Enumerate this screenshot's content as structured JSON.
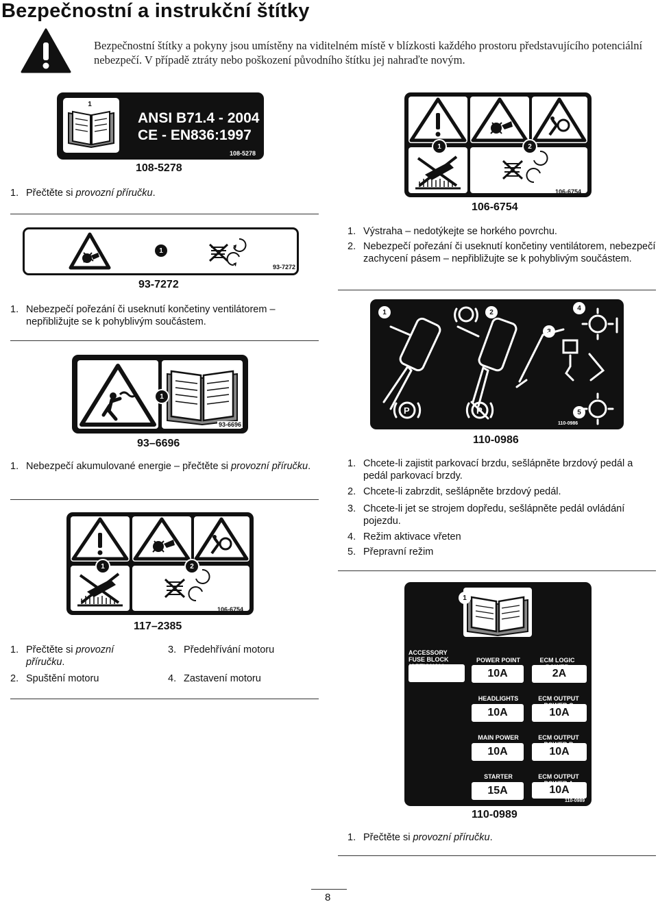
{
  "page": {
    "title": "Bezpečnostní a instrukční štítky",
    "intro": "Bezpečnostní štítky a pokyny jsou umístěny na viditelném místě v blízkosti každého prostoru představujícího potenciální nebezpečí. V případě ztráty nebo poškození původního štítku jej nahraďte novým.",
    "page_number": "8"
  },
  "decal_108_5278": {
    "code": "108-5278",
    "small_code": "108-5278",
    "badge": "1",
    "std1": "ANSI B71.4 - 2004",
    "std2": "CE - EN836:1997",
    "items": [
      {
        "n": "1.",
        "a": "Přečtěte si ",
        "i": "provozní příručku",
        "b": "."
      }
    ]
  },
  "decal_93_7272": {
    "code": "93-7272",
    "small_code": "93-7272",
    "badge": "1",
    "items": [
      {
        "n": "1.",
        "t": "Nebezpečí pořezání či useknutí končetiny ventilátorem – nepřibližujte se k pohyblivým součástem."
      }
    ]
  },
  "decal_93_6696": {
    "code": "93–6696",
    "small_code": "93-6696",
    "badge": "1",
    "items": [
      {
        "n": "1.",
        "a": "Nebezpečí akumulované energie – přečtěte si ",
        "i": "provozní příručku",
        "b": "."
      }
    ]
  },
  "decal_117_2385": {
    "code": "117–2385",
    "small_code": "106-6754",
    "badges": [
      "1",
      "2"
    ],
    "items": [
      {
        "n": "1.",
        "a": "Přečtěte si ",
        "i": "provozní příručku",
        "b": "."
      },
      {
        "n": "2.",
        "t": "Spuštění motoru"
      },
      {
        "n": "3.",
        "t": "Předehřívání motoru"
      },
      {
        "n": "4.",
        "t": "Zastavení motoru"
      }
    ]
  },
  "decal_106_6754": {
    "code": "106-6754",
    "small_code": "106-6754",
    "badges": [
      "1",
      "2"
    ],
    "items": [
      {
        "n": "1.",
        "t": "Výstraha – nedotýkejte se horkého povrchu."
      },
      {
        "n": "2.",
        "t": "Nebezpečí pořezání či useknutí končetiny ventilátorem, nebezpečí zachycení pásem – nepřibližujte se k pohyblivým součástem."
      }
    ]
  },
  "decal_110_0986": {
    "code": "110-0986",
    "small_code": "110-0986",
    "badges": [
      "1",
      "2",
      "3",
      "4",
      "5"
    ],
    "items": [
      {
        "n": "1.",
        "t": "Chcete-li zajistit parkovací brzdu, sešlápněte brzdový pedál a pedál parkovací brzdy."
      },
      {
        "n": "2.",
        "t": "Chcete-li zabrzdit, sešlápněte brzdový pedál."
      },
      {
        "n": "3.",
        "t": "Chcete-li jet se strojem dopředu, sešlápněte pedál ovládání pojezdu."
      },
      {
        "n": "4.",
        "t": "Režim aktivace vřeten"
      },
      {
        "n": "5.",
        "t": "Přepravní režim"
      }
    ]
  },
  "decal_110_0989": {
    "code": "110-0989",
    "small_code": "110-0989",
    "badge": "1",
    "fuses": {
      "accessory": "ACCESSORY FUSE BLOCK (OPTIONAL)",
      "power_point": "POWER POINT",
      "power_point_val": "10A",
      "ecm_logic": "ECM LOGIC POWER",
      "ecm_logic_val": "2A",
      "headlights": "HEADLIGHTS",
      "headlights_val": "10A",
      "ecm_c": "ECM OUTPUT POWER C",
      "ecm_c_val": "10A",
      "main_power": "MAIN POWER",
      "main_power_val": "10A",
      "ecm_b": "ECM OUTPUT POWER B",
      "ecm_b_val": "10A",
      "starter": "STARTER",
      "starter_val": "15A",
      "ecm_a": "ECM OUTPUT POWER A",
      "ecm_a_val": "10A"
    },
    "items": [
      {
        "n": "1.",
        "a": "Přečtěte si ",
        "i": "provozní příručku",
        "b": "."
      }
    ]
  }
}
